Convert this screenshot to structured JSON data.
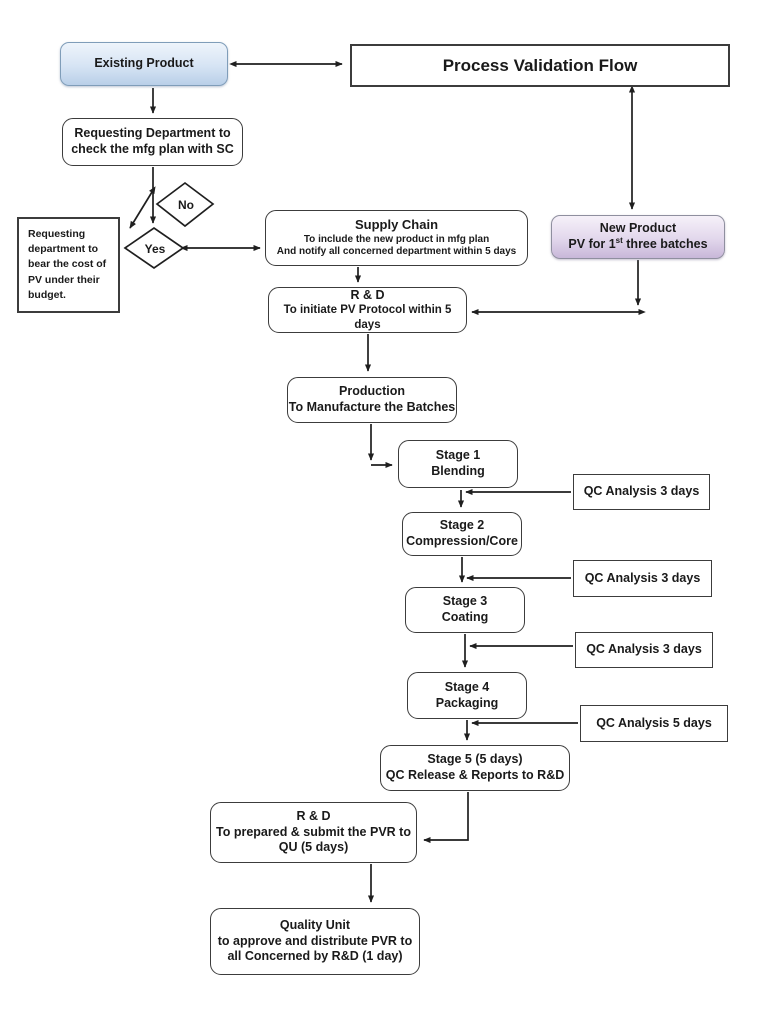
{
  "diagram": {
    "title": "Process Validation Flow",
    "type": "flowchart"
  },
  "colors": {
    "existing_product_fill_top": "#eef4fb",
    "existing_product_fill_bottom": "#b9cfe8",
    "existing_product_border": "#7f9db9",
    "new_product_fill_top": "#f6f1f9",
    "new_product_fill_bottom": "#c8b7d9",
    "new_product_border": "#8f8f9f",
    "box_border": "#3c3c3c",
    "line_color": "#1f1f1f",
    "background": "#ffffff"
  },
  "nodes": {
    "existing_product": {
      "label": "Existing Product"
    },
    "requesting_dept": {
      "line1": "Requesting Department to",
      "line2": "check the mfg plan with SC"
    },
    "decision_no": {
      "label": "No"
    },
    "decision_yes": {
      "label": "Yes"
    },
    "cost_box": {
      "text": "Requesting department to bear the cost of PV under their budget."
    },
    "supply_chain": {
      "title": "Supply Chain",
      "line1": "To include the new product in mfg plan",
      "line2": "And notify all concerned department within 5 days"
    },
    "new_product": {
      "line1": "New Product",
      "line2_pre": "PV for 1",
      "line2_sup": "st",
      "line2_post": " three batches"
    },
    "rd_protocol": {
      "title": "R & D",
      "line1": "To initiate PV Protocol within 5 days"
    },
    "production": {
      "line1": "Production",
      "line2": "To Manufacture the Batches"
    },
    "stage1": {
      "line1": "Stage 1",
      "line2": "Blending"
    },
    "qc1": {
      "label": "QC Analysis 3 days"
    },
    "stage2": {
      "line1": "Stage 2",
      "line2": "Compression/Core"
    },
    "qc2": {
      "label": "QC Analysis 3 days"
    },
    "stage3": {
      "line1": "Stage 3",
      "line2": "Coating"
    },
    "qc3": {
      "label": "QC Analysis 3 days"
    },
    "stage4": {
      "line1": "Stage 4",
      "line2": "Packaging"
    },
    "qc4": {
      "label": "QC Analysis 5 days"
    },
    "stage5": {
      "line1": "Stage 5 (5 days)",
      "line2": "QC Release & Reports to R&D"
    },
    "rd_pvr": {
      "title": "R & D",
      "line1": "To prepared & submit the PVR to",
      "line2": "QU (5 days)"
    },
    "quality_unit": {
      "line1": "Quality Unit",
      "line2": "to approve and distribute PVR to",
      "line3": "all Concerned by R&D (1 day)"
    }
  }
}
